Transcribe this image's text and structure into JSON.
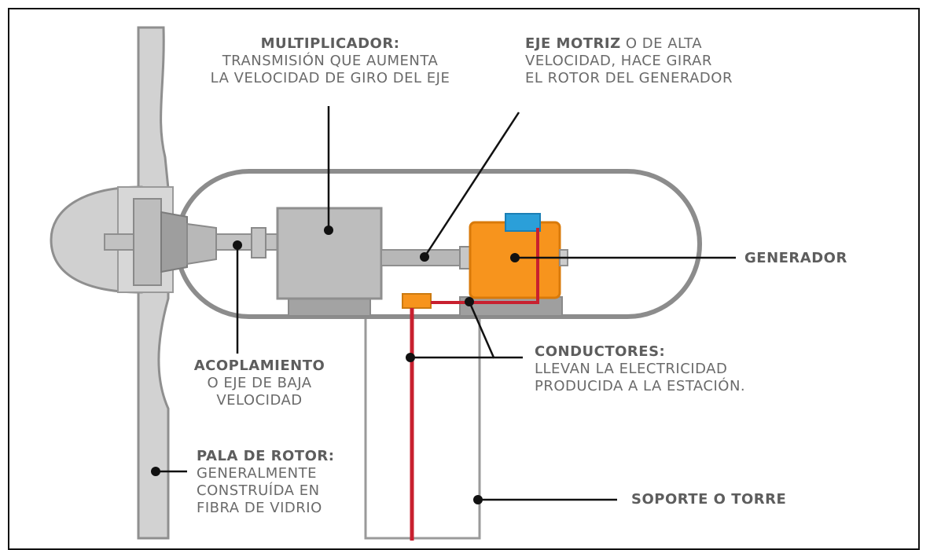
{
  "labels": {
    "multiplicador": {
      "title": "MULTIPLICADOR:",
      "line1": "TRANSMISIÓN QUE AUMENTA",
      "line2": "LA VELOCIDAD DE GIRO DEL EJE"
    },
    "eje_motriz": {
      "title": "EJE MOTRIZ",
      "title_rest": " O DE ALTA",
      "line1": "VELOCIDAD, HACE GIRAR",
      "line2": "EL ROTOR DEL GENERADOR"
    },
    "generador": {
      "title": "GENERADOR"
    },
    "acoplamiento": {
      "title": "ACOPLAMIENTO",
      "line1": "O EJE DE BAJA",
      "line2": "VELOCIDAD"
    },
    "conductores": {
      "title": "CONDUCTORES:",
      "line1": "LLEVAN LA ELECTRICIDAD",
      "line2": "PRODUCIDA A LA ESTACIÓN."
    },
    "pala": {
      "title": "PALA DE ROTOR:",
      "line1": "GENERALMENTE",
      "line2": "CONSTRUÍDA EN",
      "line3": "FIBRA DE VIDRIO"
    },
    "soporte": {
      "title": "SOPORTE O TORRE"
    }
  },
  "colors": {
    "outline": "#8a8a8a",
    "light_gray": "#d4d4d4",
    "mid_gray": "#b3b3b3",
    "dark_gray": "#8c8c8c",
    "generator_orange": "#f7941d",
    "generator_top_blue": "#2b9fd9",
    "wire_red": "#c8202f",
    "leader_black": "#111111"
  }
}
